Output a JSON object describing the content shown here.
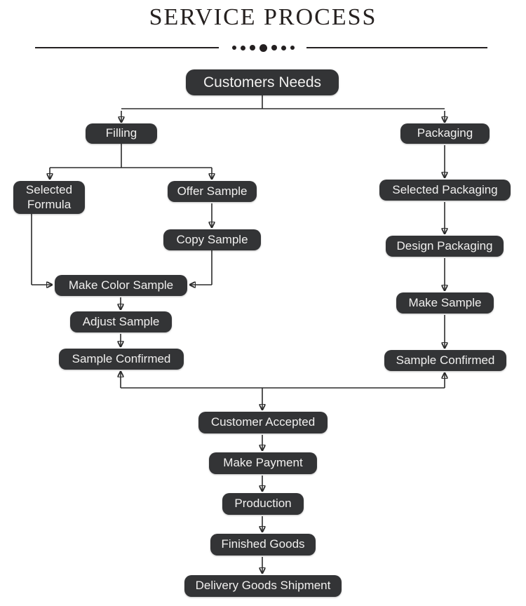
{
  "title": "SERVICE PROCESS",
  "colors": {
    "node_background": "#333436",
    "node_text": "#f1f0ef",
    "line": "#2b2b2b",
    "title_text": "#262120",
    "page_background": "#ffffff"
  },
  "divider": {
    "dot_count": 7
  },
  "nodes": {
    "customers_needs": {
      "label": "Customers Needs"
    },
    "filling": {
      "label": "Filling"
    },
    "packaging": {
      "label": "Packaging"
    },
    "selected_formula": {
      "label": "Selected Formula"
    },
    "offer_sample": {
      "label": "Offer Sample"
    },
    "copy_sample": {
      "label": "Copy Sample"
    },
    "make_color_sample": {
      "label": "Make Color Sample"
    },
    "adjust_sample": {
      "label": "Adjust Sample"
    },
    "sample_confirmed_filling": {
      "label": "Sample Confirmed"
    },
    "selected_packaging": {
      "label": "Selected Packaging"
    },
    "design_packaging": {
      "label": "Design Packaging"
    },
    "make_sample": {
      "label": "Make Sample"
    },
    "sample_confirmed_packaging": {
      "label": "Sample Confirmed"
    },
    "customer_accepted": {
      "label": "Customer Accepted"
    },
    "make_payment": {
      "label": "Make Payment"
    },
    "production": {
      "label": "Production"
    },
    "finished_goods": {
      "label": "Finished Goods"
    },
    "delivery_goods_shipment": {
      "label": "Delivery Goods Shipment"
    }
  },
  "edges": [
    {
      "from": "Customers Needs",
      "to": "Filling"
    },
    {
      "from": "Customers Needs",
      "to": "Packaging"
    },
    {
      "from": "Filling",
      "to": "Selected Formula"
    },
    {
      "from": "Filling",
      "to": "Offer Sample"
    },
    {
      "from": "Offer Sample",
      "to": "Copy Sample"
    },
    {
      "from": "Selected Formula",
      "to": "Make Color Sample"
    },
    {
      "from": "Copy Sample",
      "to": "Make Color Sample"
    },
    {
      "from": "Make Color Sample",
      "to": "Adjust Sample"
    },
    {
      "from": "Adjust Sample",
      "to": "Sample Confirmed (filling)"
    },
    {
      "from": "Packaging",
      "to": "Selected Packaging"
    },
    {
      "from": "Selected Packaging",
      "to": "Design Packaging"
    },
    {
      "from": "Design Packaging",
      "to": "Make Sample"
    },
    {
      "from": "Make Sample",
      "to": "Sample Confirmed (packaging)"
    },
    {
      "from": "Sample Confirmed (filling)",
      "to": "Customer Accepted"
    },
    {
      "from": "Sample Confirmed (packaging)",
      "to": "Customer Accepted"
    },
    {
      "from": "Customer Accepted",
      "to": "Make Payment"
    },
    {
      "from": "Make Payment",
      "to": "Production"
    },
    {
      "from": "Production",
      "to": "Finished Goods"
    },
    {
      "from": "Finished Goods",
      "to": "Delivery Goods Shipment"
    }
  ]
}
